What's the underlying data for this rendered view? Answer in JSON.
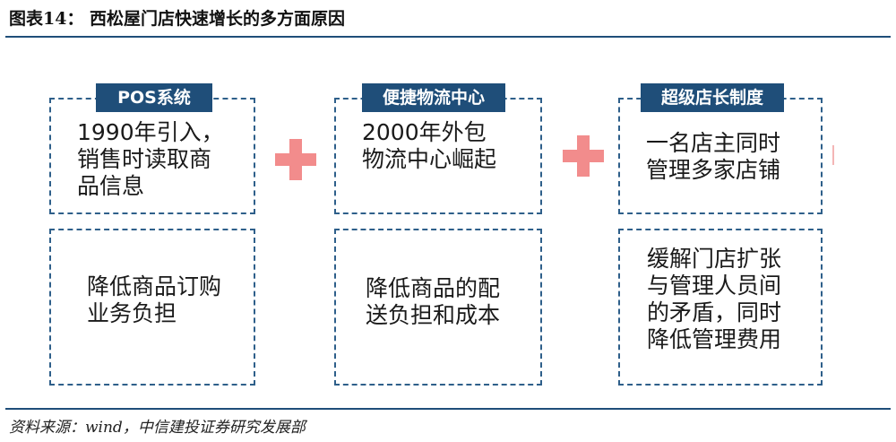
{
  "header": {
    "title": "图表14：  西松屋门店快速增长的多方面原因"
  },
  "columns": [
    {
      "label": "POS系统",
      "top_text": "1990年引入，\n销售时读取商\n品信息",
      "bottom_text": "降低商品订购\n业务负担"
    },
    {
      "label": "便捷物流中心",
      "top_text": "2000年外包\n物流中心崛起",
      "bottom_text": "降低商品的配\n送负担和成本"
    },
    {
      "label": "超级店长制度",
      "top_text": "一名店主同时\n管理多家店铺",
      "bottom_text": "缓解门店扩张\n与管理人员间\n的矛盾，同时\n降低管理费用"
    }
  ],
  "footer": {
    "source": "资料来源：wind，中信建投证券研究发展部"
  },
  "colors": {
    "accent": "#1f4e79",
    "plus": "#f28c8c",
    "dash": "#2e5f8a"
  }
}
